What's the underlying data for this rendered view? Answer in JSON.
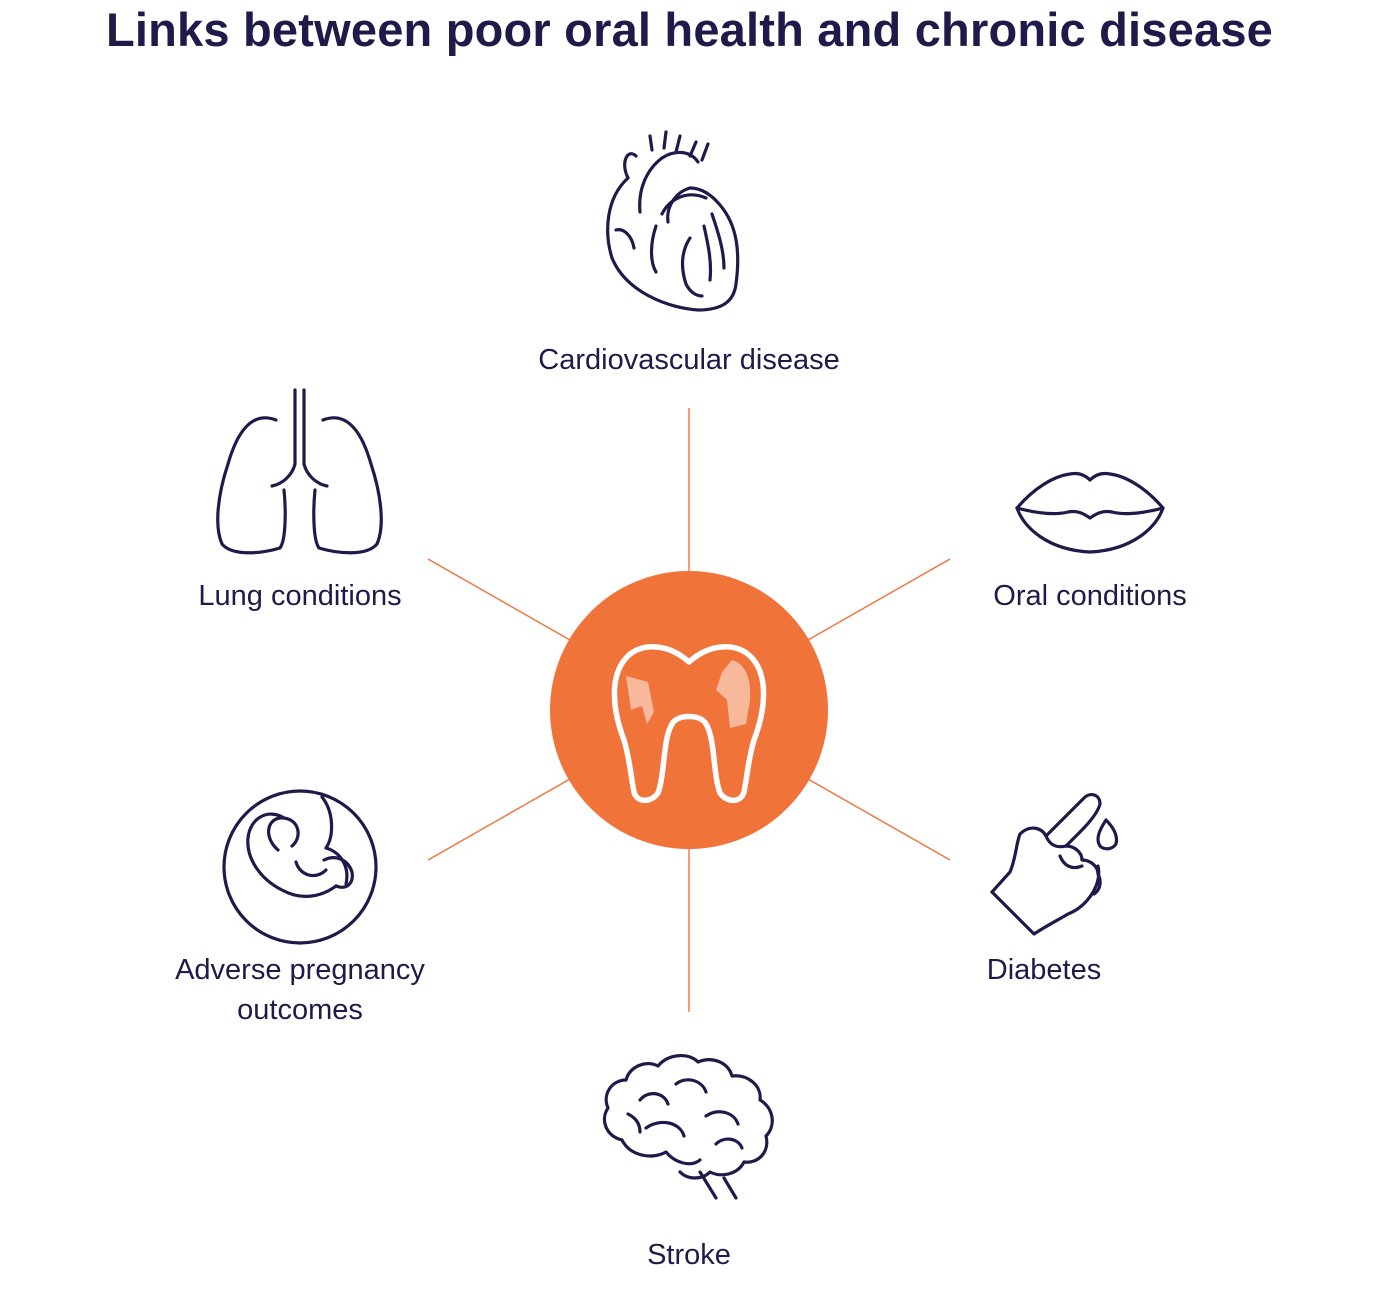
{
  "title": "Links between poor oral health and chronic disease",
  "colors": {
    "accent": "#f0733a",
    "ink": "#1e1b4b",
    "highlight": "#f7b89b"
  },
  "hub": {
    "icon": "tooth-icon"
  },
  "conditions": {
    "cardiovascular": {
      "label": "Cardiovascular disease",
      "icon": "heart-icon"
    },
    "oral": {
      "label": "Oral conditions",
      "icon": "lips-icon"
    },
    "diabetes": {
      "label": "Diabetes",
      "icon": "finger-blood-drop-icon"
    },
    "stroke": {
      "label": "Stroke",
      "icon": "brain-icon"
    },
    "pregnancy": {
      "label_line1": "Adverse pregnancy",
      "label_line2": "outcomes",
      "icon": "fetus-icon"
    },
    "lung": {
      "label": "Lung conditions",
      "icon": "lungs-icon"
    }
  }
}
